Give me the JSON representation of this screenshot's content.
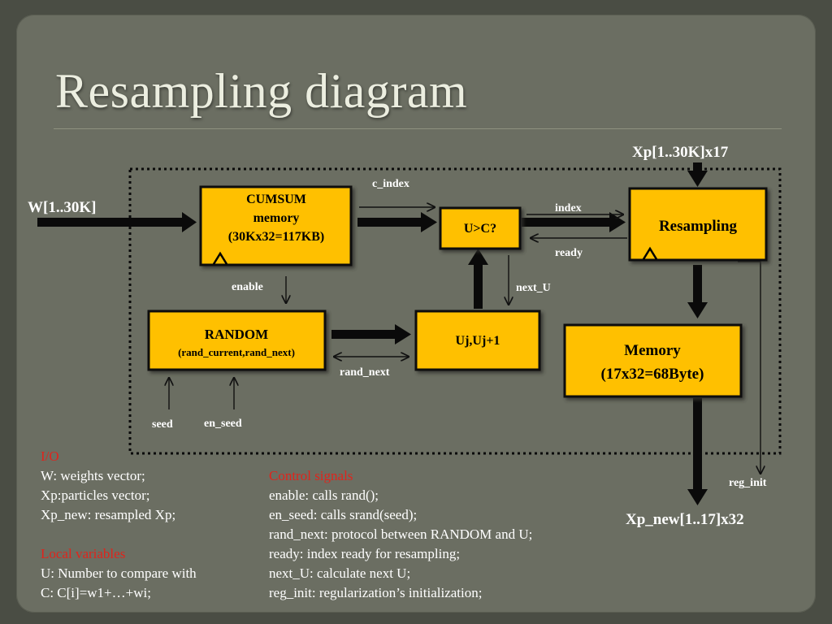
{
  "title": "Resampling diagram",
  "blocks": {
    "cumsum": [
      "CUMSUM",
      "memory",
      "(30Kx32=117KB)"
    ],
    "compare": "U>C?",
    "resampling": "Resampling",
    "random": [
      "RANDOM",
      "(rand_current,rand_next)"
    ],
    "uj": "Uj,Uj+1",
    "memory": [
      "Memory",
      "(17x32=68Byte)"
    ]
  },
  "signals": {
    "w_in": "W[1..30K]",
    "xp_in": "Xp[1..30K]x17",
    "xp_out": "Xp_new[1..17]x32",
    "c_index": "c_index",
    "index": "index",
    "ready": "ready",
    "enable": "enable",
    "next_u": "next_U",
    "rand_next": "rand_next",
    "seed": "seed",
    "en_seed": "en_seed",
    "reg_init": "reg_init"
  },
  "io_section": {
    "heading": "I/O",
    "lines": [
      "W: weights vector;",
      "Xp:particles vector;",
      "Xp_new: resampled Xp;"
    ]
  },
  "local_section": {
    "heading": "Local variables",
    "lines": [
      "U: Number to compare with",
      "C: C[i]=w1+…+wi;"
    ]
  },
  "control_section": {
    "heading": "Control signals",
    "lines": [
      "enable: calls   rand();",
      "en_seed: calls srand(seed);",
      "rand_next: protocol between RANDOM and U;",
      "ready: index ready for resampling;",
      "next_U:  calculate  next U;",
      "reg_init: regularization’s initialization;"
    ]
  },
  "colors": {
    "block_fill": "#ffc000",
    "block_border": "#101010",
    "heading_red": "#e0241c",
    "panel": "#6b6e62"
  }
}
